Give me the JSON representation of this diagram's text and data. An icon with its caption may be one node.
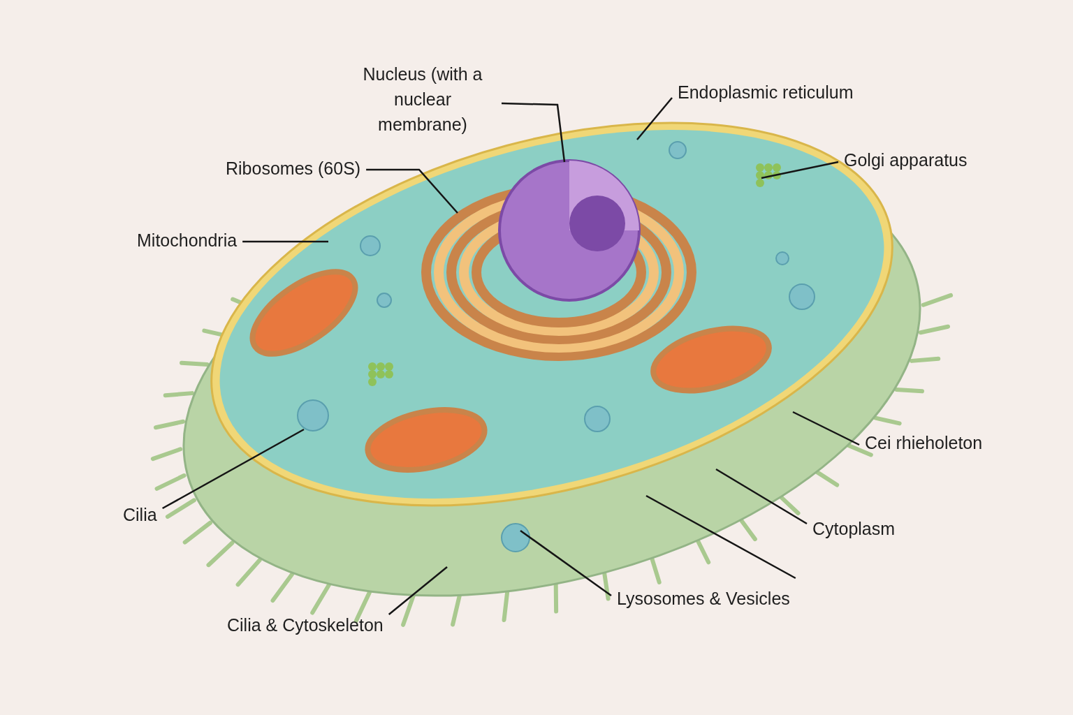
{
  "diagram": {
    "nodes": [
      {
        "text": [
          "Nucleus (with a nuclear membrane)"
        ]
      },
      {
        "text": [
          "Endoplasmic reticulum"
        ]
      },
      {
        "text": [
          "Golgi apparatus"
        ]
      },
      {
        "text": [
          "Ribosomes (60S)"
        ]
      },
      {
        "text": [
          "Mitochondria"
        ]
      },
      {
        "text": [
          "Cei rhieholeton"
        ]
      },
      {
        "text": [
          "Cilia"
        ]
      },
      {
        "text": [
          "Cytoplasm"
        ]
      },
      {
        "text": [
          "Lysosomes & Vesicles"
        ]
      },
      {
        "text": [
          "Cilia & Cytoskeleton"
        ]
      }
    ],
    "edges": [
      {
        "from": 0,
        "to": null,
        "arrow": "none"
      },
      {
        "from": 1,
        "to": null,
        "arrow": "none"
      },
      {
        "from": 2,
        "to": null,
        "arrow": "none"
      },
      {
        "from": 3,
        "to": null,
        "arrow": "none"
      },
      {
        "from": 4,
        "to": null,
        "arrow": "none"
      },
      {
        "from": 5,
        "to": null,
        "arrow": "none"
      },
      {
        "from": 6,
        "to": null,
        "arrow": "none"
      },
      {
        "from": 7,
        "to": null,
        "arrow": "none"
      },
      {
        "from": 8,
        "to": null,
        "arrow": "none"
      },
      {
        "from": 8,
        "to": null,
        "arrow": "none"
      },
      {
        "from": 9,
        "to": null,
        "arrow": "none"
      }
    ]
  }
}
